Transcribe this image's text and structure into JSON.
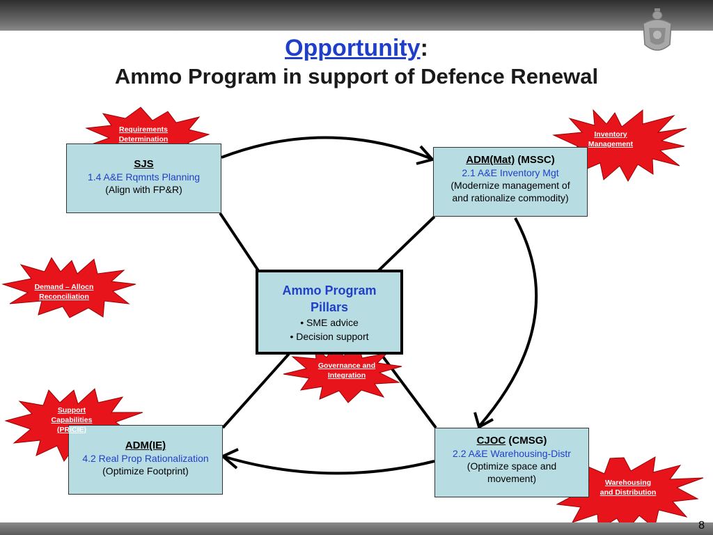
{
  "slide": {
    "page_number": "8",
    "title": {
      "highlight": "Opportunity",
      "punct": ":",
      "subtitle": "Ammo Program in support of Defence Renewal"
    }
  },
  "nodes": {
    "sjs": {
      "org": "SJS",
      "item": "1.4 A&E Rqmnts Planning",
      "note": "(Align with FP&R)"
    },
    "adm_mat": {
      "org": "ADM(Mat)",
      "suffix": " (MSSC)",
      "item": "2.1 A&E Inventory Mgt",
      "note_line1": "(Modernize management of",
      "note_line2": "and rationalize commodity)"
    },
    "adm_ie": {
      "org": "ADM(IE)",
      "item": "4.2 Real Prop Rationalization",
      "note": "(Optimize Footprint)"
    },
    "cjoc": {
      "org": "CJOC",
      "suffix": " (CMSG)",
      "item": "2.2 A&E Warehousing-Distr",
      "note_line1": "(Optimize space and",
      "note_line2": "movement)"
    },
    "center": {
      "title_line1": "Ammo Program",
      "title_line2": "Pillars",
      "bullet1": "• SME advice",
      "bullet2": "• Decision support"
    }
  },
  "bursts": {
    "requirements": {
      "line1": "Requirements",
      "line2": "Determination"
    },
    "inventory": {
      "line1": "Inventory",
      "line2": "Management"
    },
    "demand": {
      "line1": "Demand – Allocn",
      "line2": "Reconciliation"
    },
    "governance": {
      "line1": "Governance and",
      "line2": "Integration"
    },
    "support": {
      "line1": "Support",
      "line2": "Capabilities",
      "line3": "(PRICIE)"
    },
    "warehousing": {
      "line1": "Warehousing",
      "line2": "and Distribution"
    }
  },
  "colors": {
    "box_fill": "#b7dde3",
    "burst_fill": "#e8141c",
    "accent_blue": "#1f3fc8"
  }
}
